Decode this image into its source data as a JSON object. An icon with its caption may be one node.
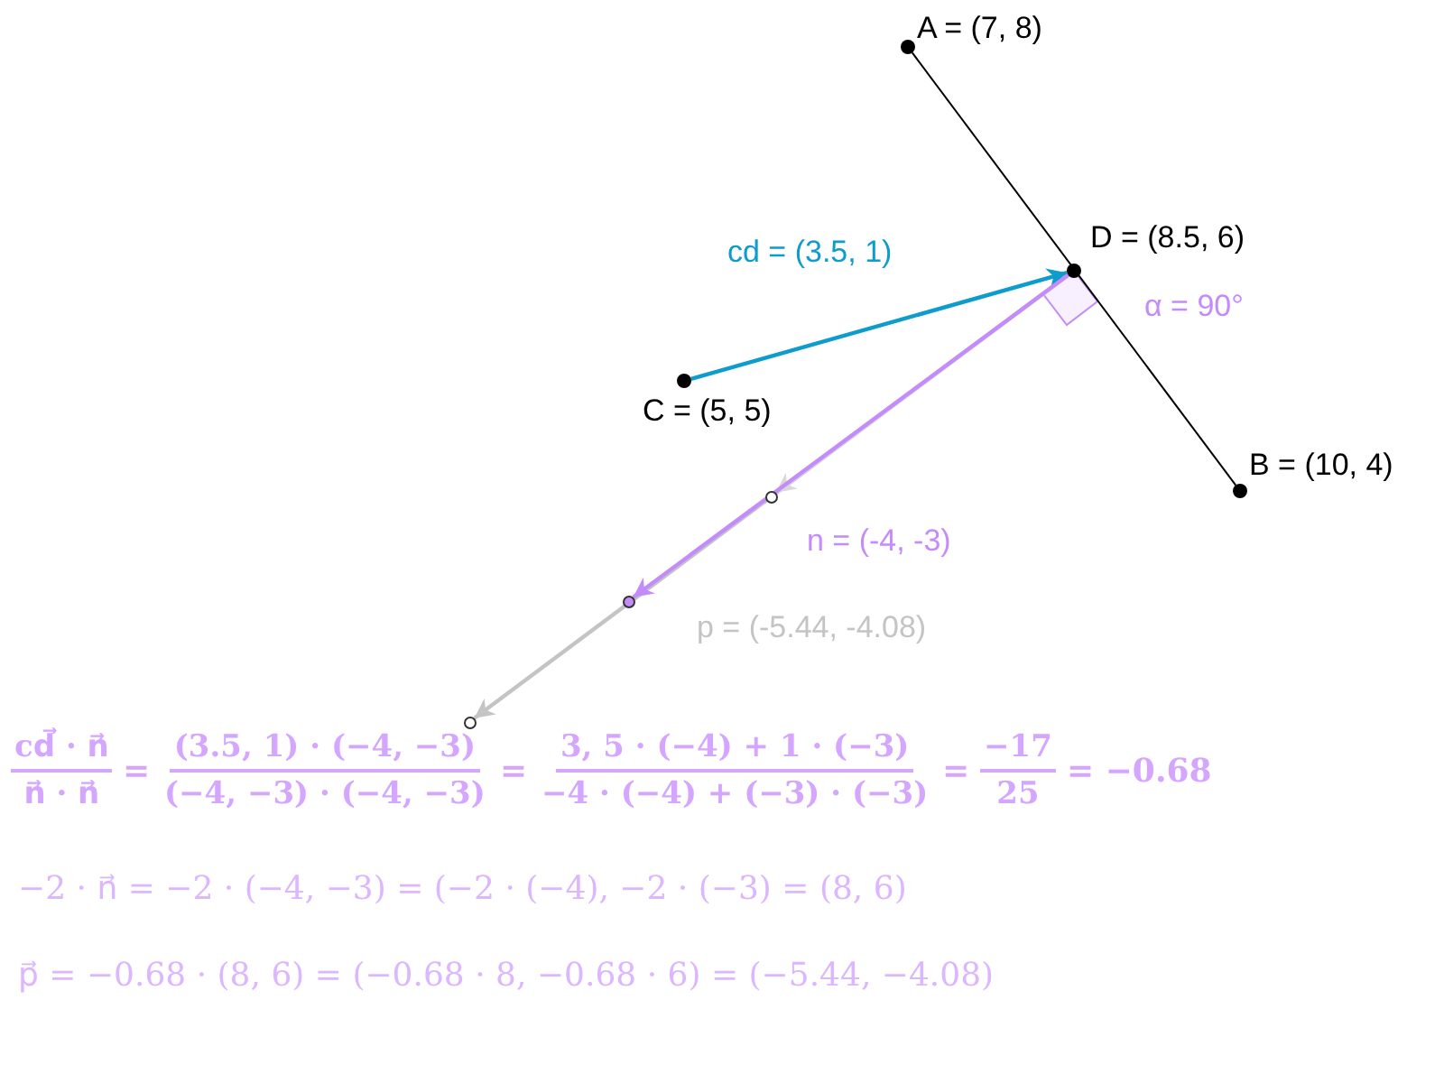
{
  "diagram": {
    "nodes": [
      {
        "text": [
          "A = (7, 8)"
        ]
      },
      {
        "text": [
          "D = (8.5, 6)"
        ]
      },
      {
        "text": [
          "C = (5, 5)"
        ]
      },
      {
        "text": [
          "B = (10, 4)"
        ]
      },
      {
        "text": [],
        "shape": "circle"
      },
      {
        "text": [],
        "shape": "circle"
      },
      {
        "text": [],
        "shape": "circle"
      }
    ],
    "edges": [
      {
        "from": 0,
        "to": 3,
        "arrow": "none",
        "color": "#000000"
      },
      {
        "from": 2,
        "to": 1,
        "arrow": "to",
        "label": "cd = (3.5, 1)",
        "color": "#0d9ccc"
      },
      {
        "from": 1,
        "to": 6,
        "arrow": "to",
        "label": "p = (-5.44, -4.08)",
        "color": "#c4c4c4"
      },
      {
        "from": 1,
        "to": 4,
        "arrow": "to",
        "color": "#d9d9d9"
      },
      {
        "from": 1,
        "to": 5,
        "arrow": "to",
        "label": "n = (-4, -3)",
        "color": "#c48cfb"
      }
    ],
    "labels": [
      "α = 90°",
      "cd⃗ · n⃗",
      "n⃗ · n⃗",
      "=",
      "(3.5, 1) · (−4, −3)",
      "(−4, −3) · (−4, −3)",
      "=",
      "3, 5 · (−4) + 1 · (−3)",
      "−4 · (−4) + (−3) · (−3)",
      "=",
      "−17",
      "25",
      "= −0.68",
      "−2 · n⃗ = −2 · (−4, −3) = (−2 · (−4), −2 · (−3) = (8, 6)",
      "p⃗ = −0.68 · (8, 6) = (−0.68 · 8, −0.68 · 6) = (−5.44, −4.08)"
    ]
  }
}
